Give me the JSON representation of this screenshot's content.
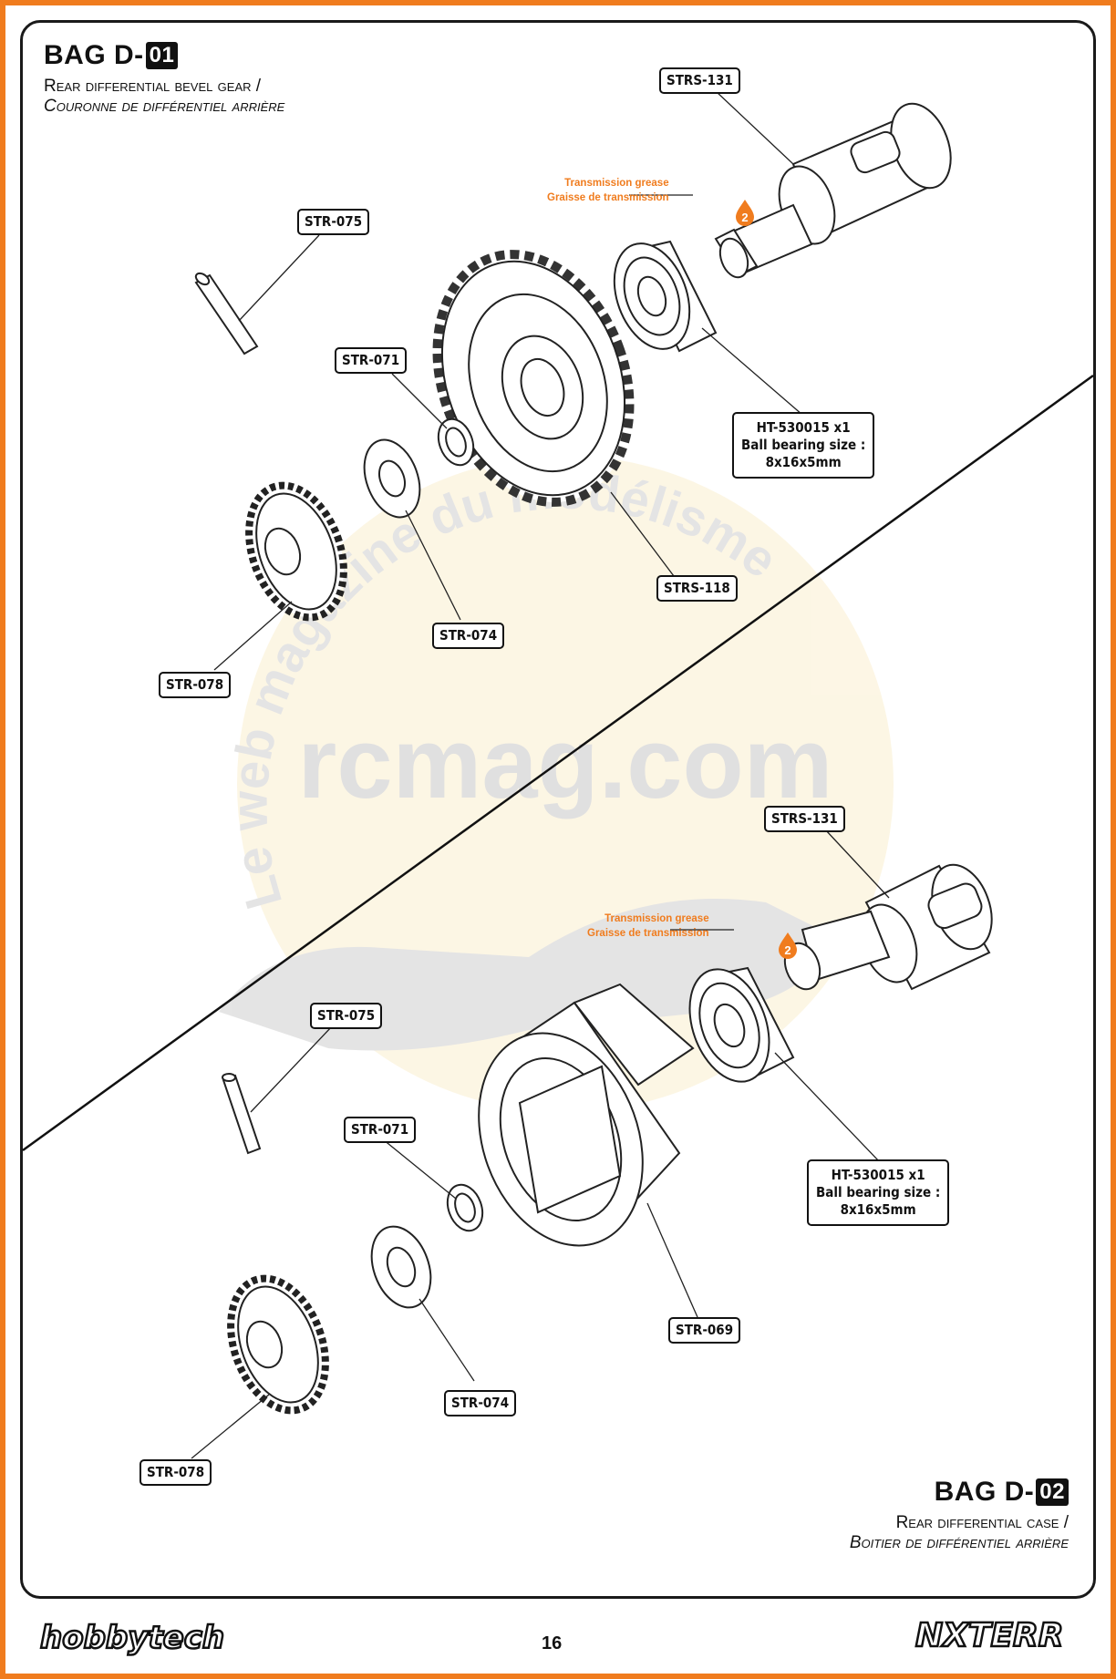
{
  "bag1": {
    "title": "BAG D-",
    "number": "01",
    "subtitle_en": "Rear differential bevel gear /",
    "subtitle_fr": "Couronne de différentiel arrière"
  },
  "bag2": {
    "title": "BAG D-",
    "number": "02",
    "subtitle_en": "Rear differential case /",
    "subtitle_fr": "Boitier de différentiel arrière"
  },
  "parts_bag1": {
    "strs131": "STRS-131",
    "str075": "STR-075",
    "str071": "STR-071",
    "ht_line1": "HT-530015  x1",
    "ht_line2": "Ball bearing size :",
    "ht_line3": "8x16x5mm",
    "strs118": "STRS-118",
    "str074": "STR-074",
    "str078": "STR-078"
  },
  "parts_bag2": {
    "strs131": "STRS-131",
    "str075": "STR-075",
    "str071": "STR-071",
    "ht_line1": "HT-530015  x1",
    "ht_line2": "Ball bearing size :",
    "ht_line3": "8x16x5mm",
    "str069": "STR-069",
    "str074": "STR-074",
    "str078": "STR-078"
  },
  "grease": {
    "line1": "Transmission grease",
    "line2": "Graisse de transmission",
    "step": "2"
  },
  "watermark": {
    "main": "rcmag.com",
    "arc": "Le web magazine du modélisme"
  },
  "footer": {
    "page_number": "16",
    "brand_left": "hobbytech",
    "brand_right": "NXTERR"
  },
  "colors": {
    "frame": "#f07c1e",
    "accent": "#f07c1e",
    "ink": "#111111"
  }
}
